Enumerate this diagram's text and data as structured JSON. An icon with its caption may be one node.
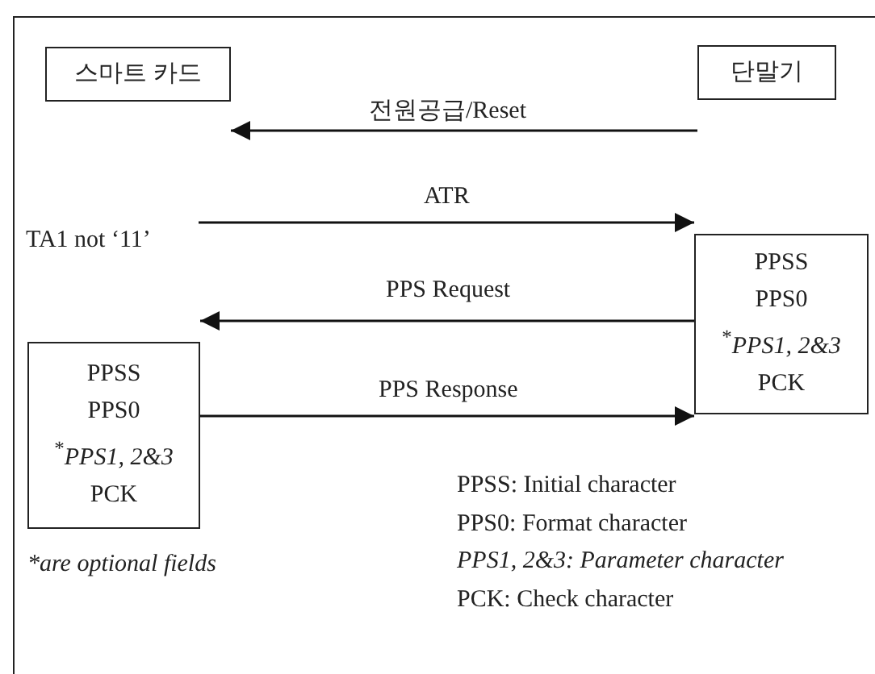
{
  "diagram": {
    "nodes": [
      {
        "text": [
          "스마트 카드"
        ]
      },
      {
        "text": [
          "단말기"
        ]
      },
      {
        "text": [
          "PPSS",
          "PPS0",
          "$^{*}$*PPS1, 2&3*",
          "PCK"
        ]
      },
      {
        "text": [
          "PPSS",
          "PPS0",
          "$^{*}$*PPS1, 2&3*",
          "PCK"
        ]
      }
    ],
    "edges": [
      {
        "from": 1,
        "to": 0,
        "arrow": "to",
        "label": "전원공급/Reset"
      },
      {
        "from": null,
        "to": 2,
        "arrow": "to",
        "label": "ATR"
      },
      {
        "from": 2,
        "to": 3,
        "arrow": "to",
        "label": "PPS Request"
      },
      {
        "from": 3,
        "to": 2,
        "arrow": "to",
        "label": "PPS Response"
      }
    ],
    "labels": [
      "TA1 not ‘11’",
      "PPSS: Initial character",
      "PPS0: Format character",
      "*PPS1, 2&3: Parameter character*",
      "PCK: Check character",
      "*are optional fields"
    ]
  }
}
